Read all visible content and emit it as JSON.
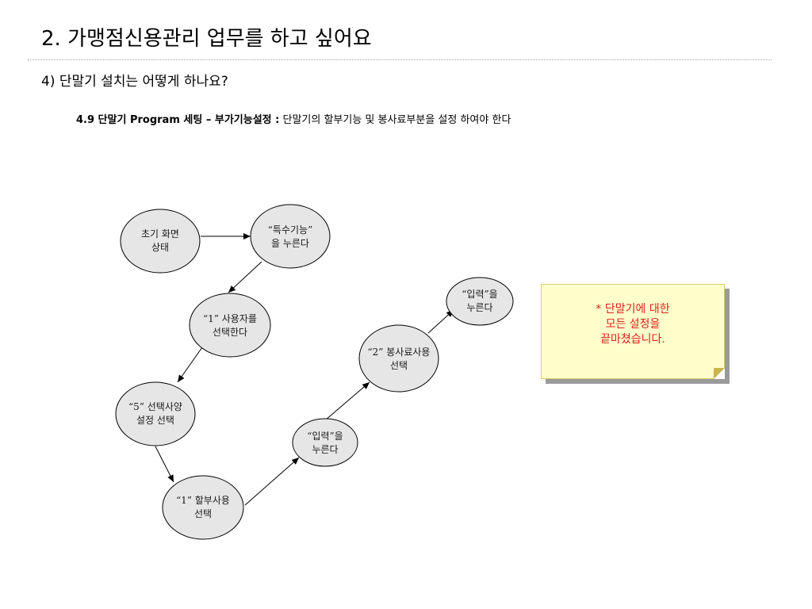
{
  "header": {
    "title": "2. 가맹점신용관리 업무를 하고 싶어요",
    "subtitle": "4) 단말기 설치는 어떻게 하나요?"
  },
  "description": {
    "bold": "4.9 단말기 Program 세팅 – 부가기능설정 :",
    "normal": " 단말기의 할부기능 및 봉사료부분을 설정 하여야 한다"
  },
  "diagram": {
    "nodes": [
      {
        "id": "initial-screen",
        "lines": [
          "초기 화면",
          "상태"
        ]
      },
      {
        "id": "press-special",
        "lines": [
          "“특수기능”",
          "을 누른다"
        ]
      },
      {
        "id": "select-user-1",
        "lines": [
          "“1” 사용자를",
          "선택한다"
        ]
      },
      {
        "id": "select-option-5",
        "lines": [
          "“5” 선택사양",
          "설정 선택"
        ]
      },
      {
        "id": "select-installment-1",
        "lines": [
          "“1” 할부사용",
          "선택"
        ]
      },
      {
        "id": "press-input-1",
        "lines": [
          "“입력”을",
          "누른다"
        ]
      },
      {
        "id": "select-service-2",
        "lines": [
          "“2” 봉사료사용",
          "선택"
        ]
      },
      {
        "id": "press-input-2",
        "lines": [
          "“입력”을",
          "누른다"
        ]
      }
    ]
  },
  "note": {
    "line1": "* 단말기에 대한",
    "line2": "모든 설정을",
    "line3": "끝마쳤습니다."
  },
  "colors": {
    "node_fill": "#e6e6e6",
    "note_bg": "#ffffcc",
    "note_text": "#e0201c"
  }
}
